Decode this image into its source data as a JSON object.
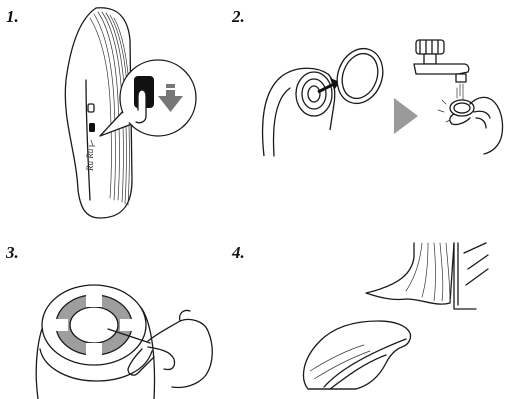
{
  "steps": [
    {
      "number": "1."
    },
    {
      "number": "2."
    },
    {
      "number": "3."
    },
    {
      "number": "4."
    }
  ],
  "icons": {
    "step1": [
      "device-side-view",
      "finger-press-icon",
      "down-arrow-icon"
    ],
    "step2": [
      "device-head-icon",
      "seal-ring-icon",
      "right-arrow-icon",
      "faucet-icon",
      "hand-washing-icon"
    ],
    "step3": [
      "device-front-icon",
      "hand-brush-icon"
    ],
    "step4": [
      "curtain-window-icon",
      "device-drying-icon"
    ]
  },
  "colors": {
    "line": "#1a1a1a",
    "arrow_grey": "#9a9a9a",
    "ring_grey": "#9e9e9e",
    "fill_dark": "#111111"
  }
}
